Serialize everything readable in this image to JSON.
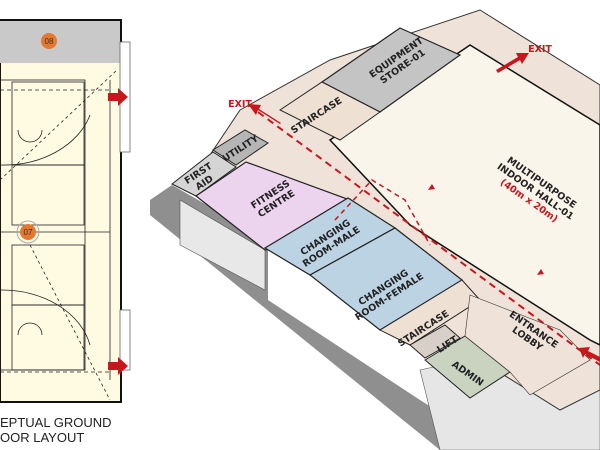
{
  "plan": {
    "caption_line1": "EPTUAL GROUND",
    "caption_line2": "OOR LAYOUT",
    "markers": [
      "08",
      "07"
    ]
  },
  "isometric": {
    "rooms": {
      "equipment_store_l1": "EQUIPMENT",
      "equipment_store_l2": "STORE-01",
      "staircase_top": "STAIRCASE",
      "utility": "UTILITY",
      "first_aid_l1": "FIRST",
      "first_aid_l2": "AID",
      "fitness_l1": "FITNESS",
      "fitness_l2": "CENTRE",
      "hall_l1": "MULTIPURPOSE",
      "hall_l2": "INDOOR HALL-01",
      "hall_size": "(40m x 20m)",
      "changing_male_l1": "CHANGING",
      "changing_male_l2": "ROOM-MALE",
      "changing_female_l1": "CHANGING",
      "changing_female_l2": "ROOM-FEMALE",
      "staircase_bottom": "STAIRCASE",
      "lift": "LIFT",
      "admin": "ADMIN",
      "lobby_l1": "ENTRANCE",
      "lobby_l2": "LOBBY"
    },
    "exit_label": "EXIT",
    "colors": {
      "exit_red": "#c8161d",
      "hall": "#faf5ea",
      "corridor": "#efe2d8",
      "fitness": "#ecd3ee",
      "changing": "#bcd3e3",
      "admin": "#c9d3c0",
      "service": "#b8b8b8"
    }
  }
}
